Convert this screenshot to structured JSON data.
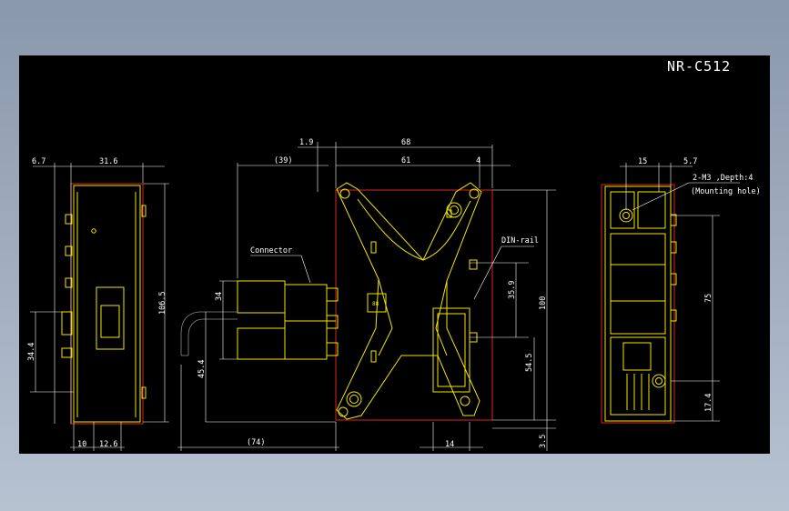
{
  "title": "NR-C512",
  "dims": {
    "side_top_left": "6.7",
    "side_top_width": "31.6",
    "side_height": "106.5",
    "side_conn_height": "34.4",
    "side_bottom_a": "10",
    "side_bottom_b": "12.6",
    "front_top_small": "1.9",
    "front_top_total": "68",
    "front_conn_width": "(39)",
    "front_body_width": "61",
    "front_right_margin": "4",
    "front_conn_height": "34",
    "front_cable_height": "45.4",
    "front_cable_length": "(74)",
    "front_bottom_right": "14",
    "front_din_height": "35.9",
    "front_height": "100",
    "front_din_low": "54.5",
    "front_bottom_offset": "3.5",
    "rear_top_a": "15",
    "rear_top_b": "5.7",
    "rear_hole_spacing": "75",
    "rear_hole_bottom": "17.4"
  },
  "labels": {
    "connector": "Connector",
    "din_rail": "DIN-rail",
    "mounting_line1": "2-M3 ,Depth:4",
    "mounting_line2": "(Mounting hole)"
  },
  "colors": {
    "outline": "#f2e600",
    "edge": "#dd2222",
    "dimension": "#ffffff",
    "background": "#000000"
  }
}
